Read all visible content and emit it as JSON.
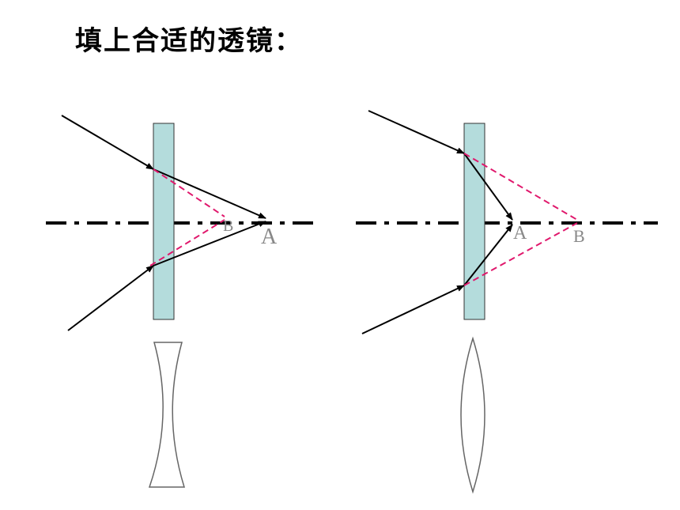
{
  "title": "填上合适的透镜：",
  "left_figure": {
    "label_near": "B",
    "label_far": "A"
  },
  "right_figure": {
    "label_near": "A",
    "label_far": "B"
  },
  "colors": {
    "plate_fill": "#b4dcdc",
    "plate_stroke": "#333333",
    "ray": "#000000",
    "extension": "#e0186c",
    "axis": "#000000",
    "label": "#888888"
  }
}
